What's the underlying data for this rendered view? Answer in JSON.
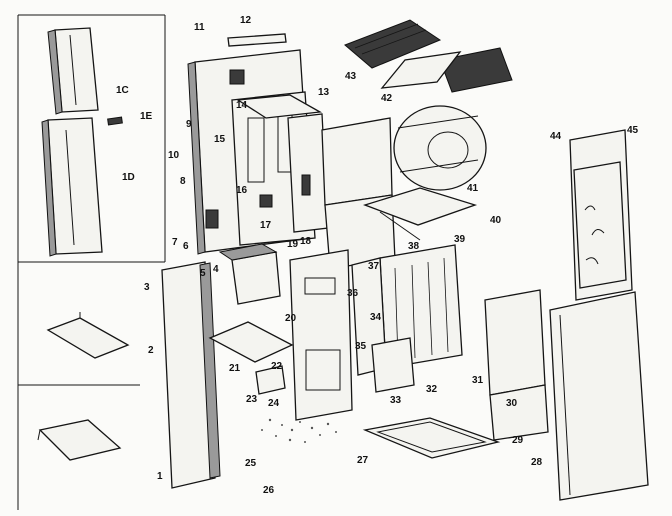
{
  "diagram": {
    "part_labels": [
      "1C",
      "1E",
      "1D",
      "8",
      "9",
      "10",
      "11",
      "12",
      "13",
      "14",
      "15",
      "16",
      "17",
      "18",
      "19",
      "43",
      "42",
      "41",
      "44",
      "45",
      "40",
      "39",
      "7",
      "6",
      "5",
      "4",
      "3",
      "2",
      "1",
      "21",
      "20",
      "22",
      "23",
      "24",
      "25",
      "26",
      "27",
      "28",
      "29",
      "30",
      "31",
      "32",
      "33",
      "34",
      "35",
      "36",
      "37",
      "38"
    ]
  }
}
